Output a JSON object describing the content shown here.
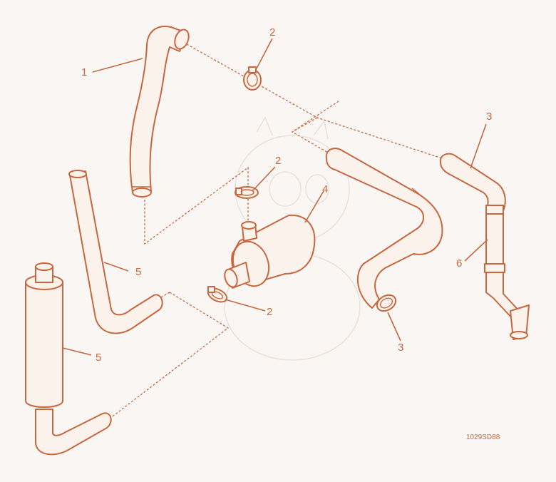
{
  "diagram": {
    "callouts": [
      {
        "id": "c1a",
        "label": "1"
      },
      {
        "id": "c2a",
        "label": "2"
      },
      {
        "id": "c2b",
        "label": "2"
      },
      {
        "id": "c2c",
        "label": "2"
      },
      {
        "id": "c3a",
        "label": "3"
      },
      {
        "id": "c3b",
        "label": "3"
      },
      {
        "id": "c4a",
        "label": "4"
      },
      {
        "id": "c5a",
        "label": "5"
      },
      {
        "id": "c5b",
        "label": "5"
      },
      {
        "id": "c6a",
        "label": "6"
      }
    ],
    "figure_code": "1029SD88",
    "line_color": "#c8673f",
    "background_color": "#faf6f3"
  }
}
